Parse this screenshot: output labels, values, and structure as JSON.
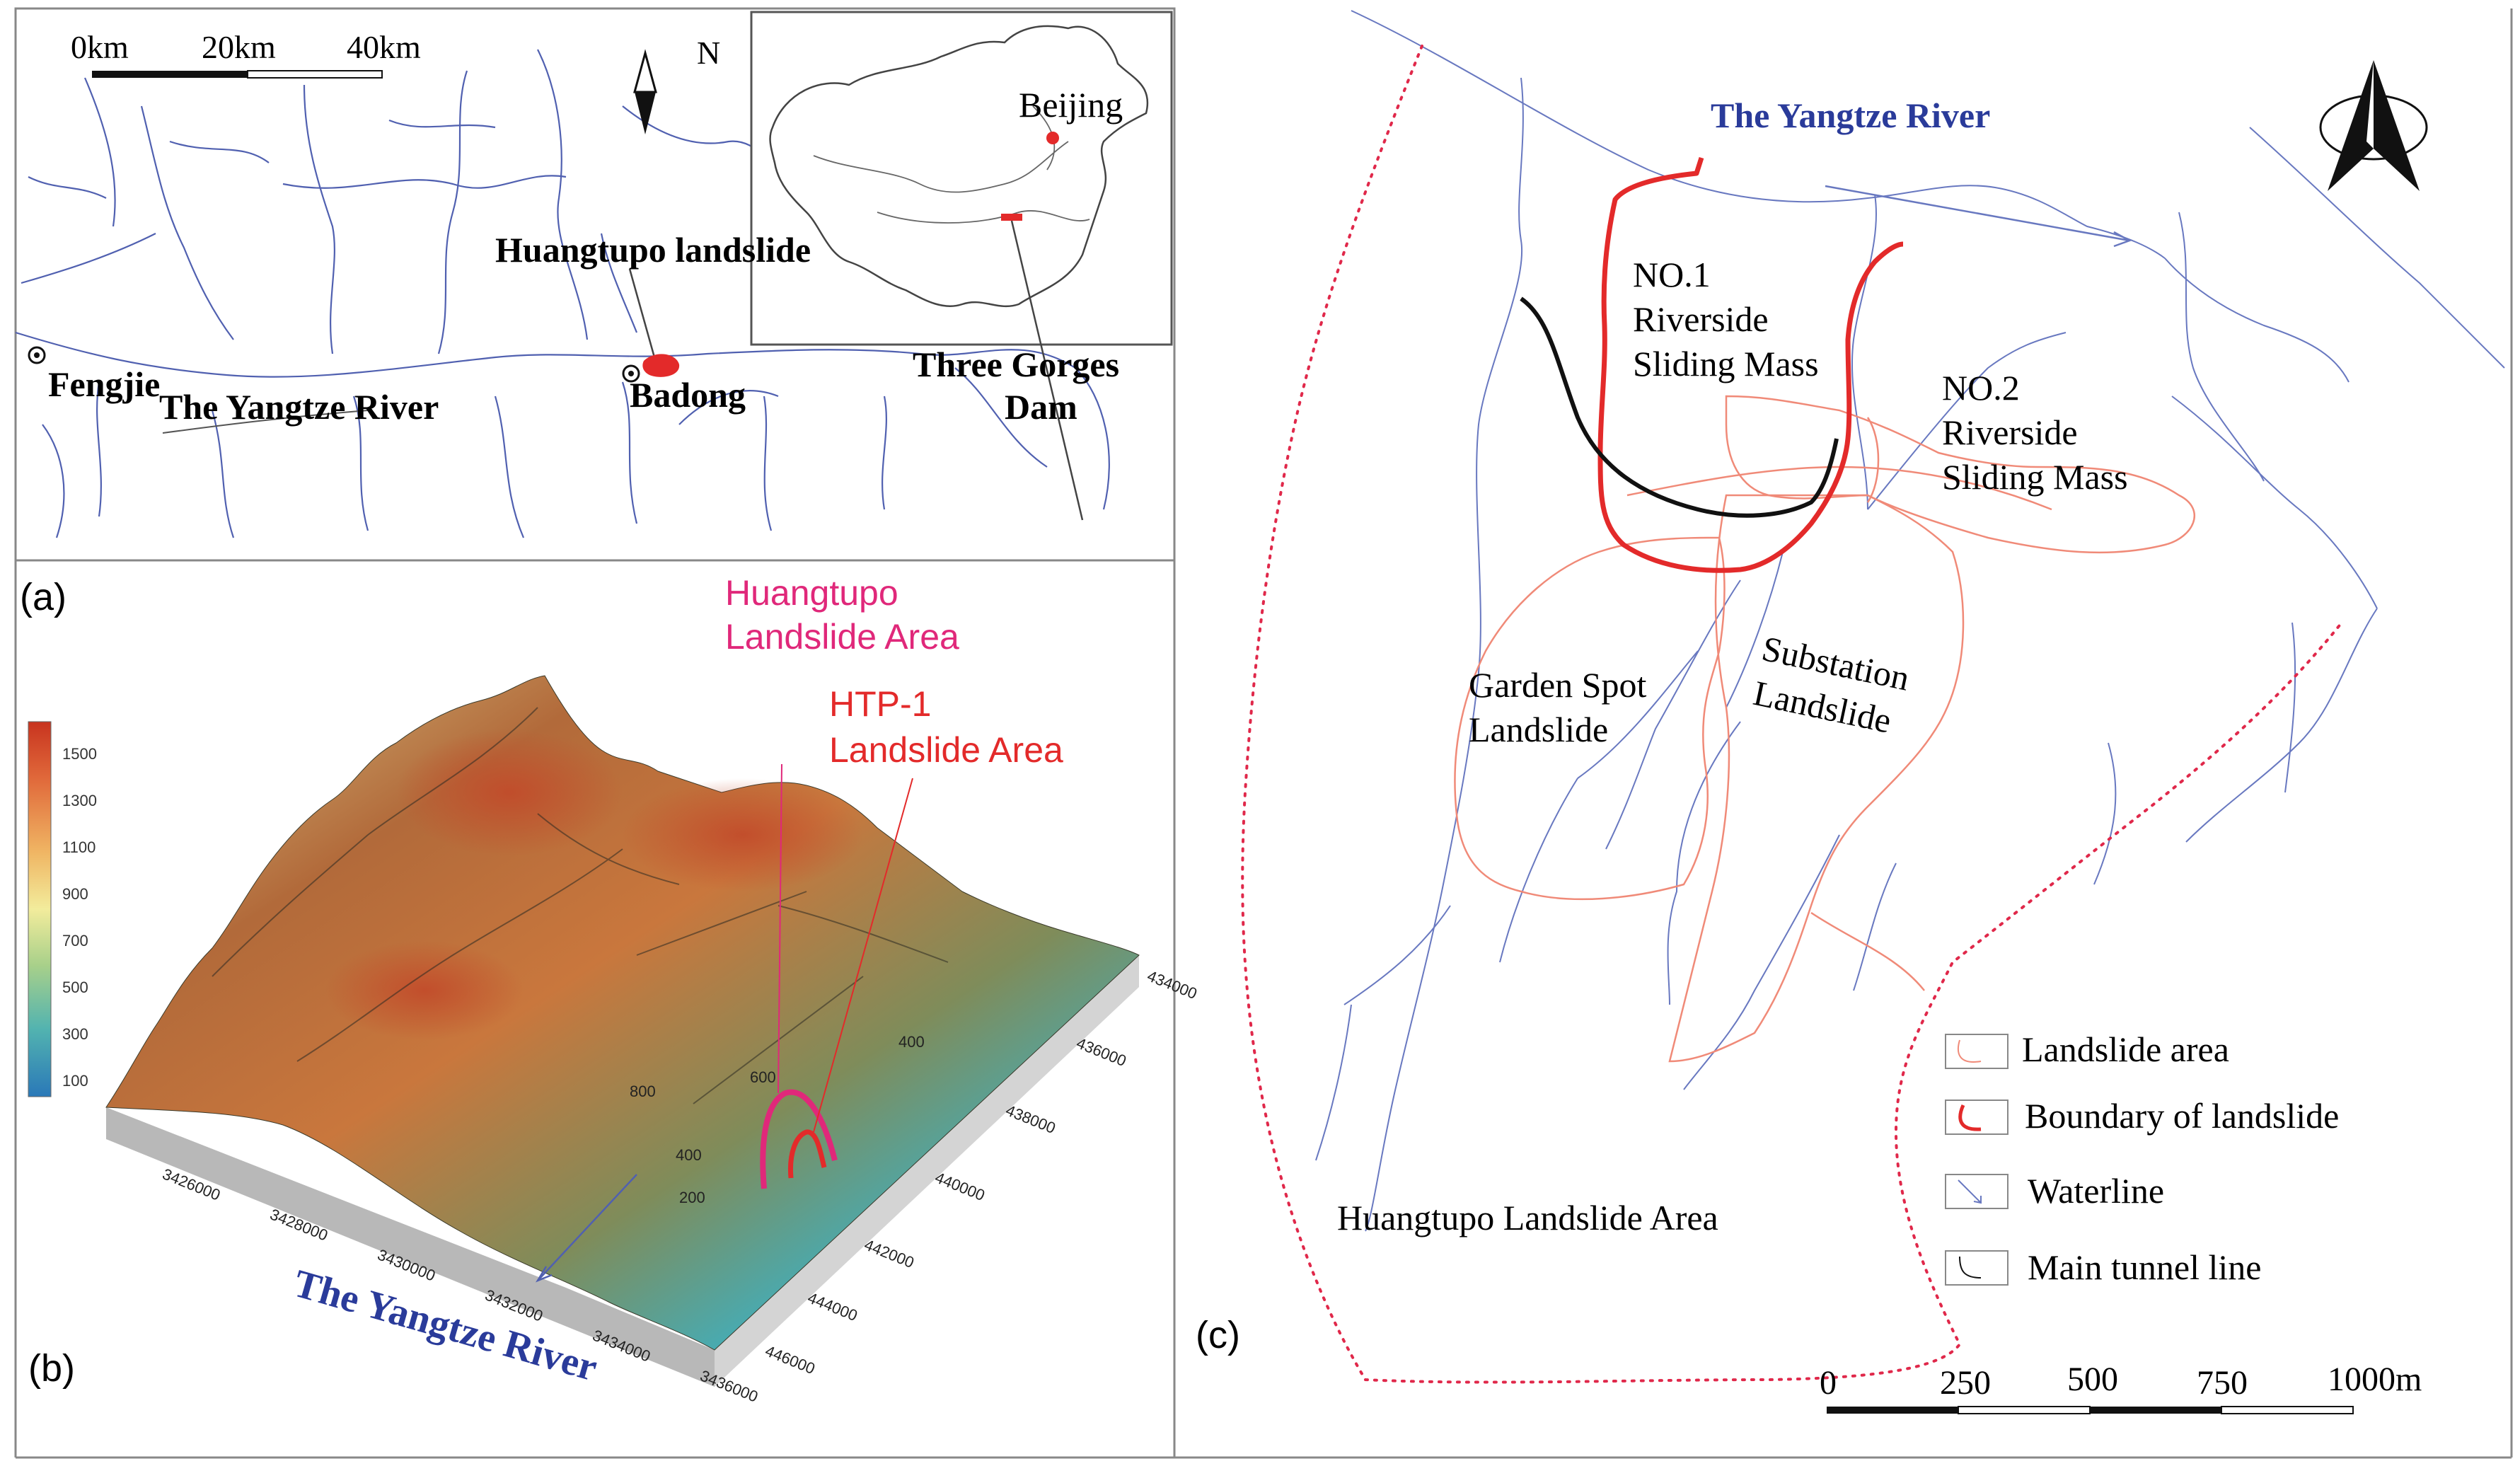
{
  "colors": {
    "river": "#3f4ea0",
    "landslide_area": "#f08a78",
    "boundary": "#e32a2a",
    "tunnel": "#111111",
    "dotted_boundary": "#e0284a",
    "pink_label": "#e0287a",
    "red_label": "#e32a2a",
    "blue_label": "#2a3b9a"
  },
  "panel_a": {
    "label": "(a)",
    "scale": [
      "0km",
      "20km",
      "40km"
    ],
    "north": "N",
    "places": {
      "huangtupo": "Huangtupo landslide",
      "fengjie": "Fengjie",
      "river": "The Yangtze River",
      "badong": "Badong",
      "dam_line1": "Three Gorges",
      "dam_line2": "Dam"
    },
    "inset": {
      "beijing": "Beijing"
    }
  },
  "panel_b": {
    "label": "(b)",
    "colorbar_ticks": [
      "1500",
      "1300",
      "1100",
      "900",
      "700",
      "500",
      "300",
      "100"
    ],
    "area1_line1": "Huangtupo",
    "area1_line2": "Landslide Area",
    "area2_line1": "HTP-1",
    "area2_line2": "Landslide Area",
    "river": "The Yangtze River",
    "x_ticks": [
      "3426000",
      "3428000",
      "3430000",
      "3432000",
      "3434000",
      "3436000"
    ],
    "y_ticks": [
      "434000",
      "436000",
      "438000",
      "440000",
      "442000",
      "444000",
      "446000"
    ],
    "contours": [
      "800",
      "400",
      "600",
      "400",
      "200"
    ]
  },
  "panel_c": {
    "label": "(c)",
    "river": "The Yangtze River",
    "no1": [
      "NO.1",
      "Riverside",
      "Sliding Mass"
    ],
    "no2": [
      "NO.2",
      "Riverside",
      "Sliding Mass"
    ],
    "garden": [
      "Garden Spot",
      "Landslide"
    ],
    "substation": [
      "Substation",
      "Landslide"
    ],
    "area": "Huangtupo Landslide Area",
    "legend": [
      "Landslide  area",
      "Boundary of landslide",
      "Waterline",
      "Main tunnel line"
    ],
    "scale": [
      "0",
      "250",
      "500",
      "750",
      "1000m"
    ]
  }
}
